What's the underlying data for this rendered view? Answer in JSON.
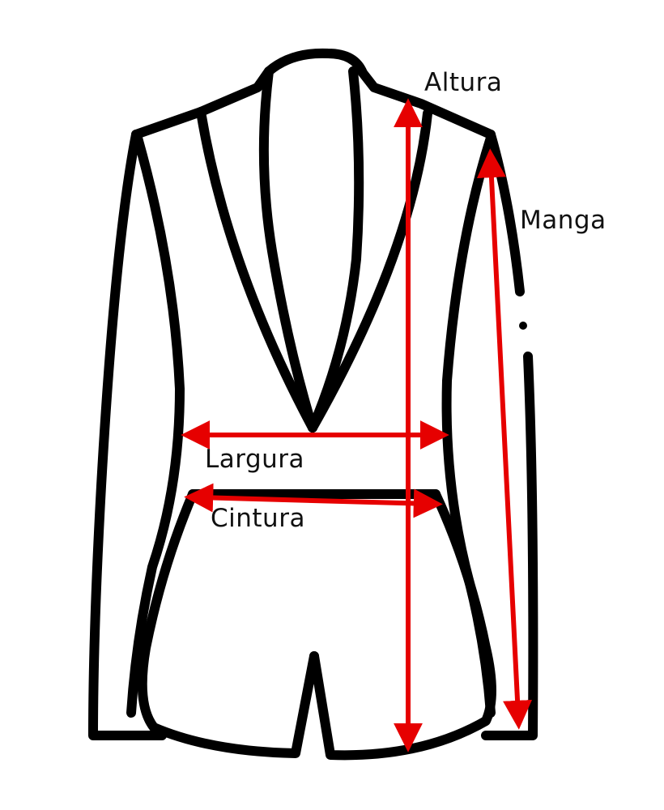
{
  "diagram": {
    "labels": {
      "height": "Altura",
      "sleeve": "Manga",
      "width": "Largura",
      "waist": "Cintura"
    },
    "colors": {
      "outline": "#000000",
      "measure": "#e60000",
      "label": "#111111",
      "background": "#ffffff"
    }
  }
}
